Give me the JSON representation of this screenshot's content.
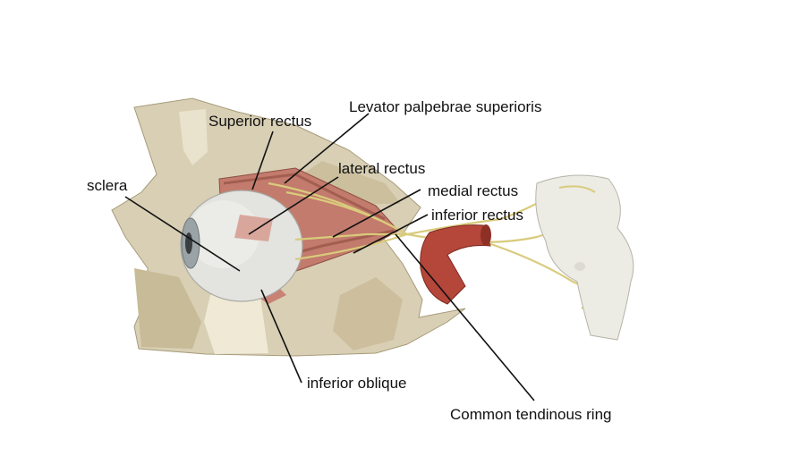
{
  "labels": {
    "superior_rectus": "Superior rectus",
    "levator": "Levator palpebrae superioris",
    "lateral_rectus": "lateral rectus",
    "medial_rectus": "medial rectus",
    "inferior_rectus": "inferior rectus",
    "sclera": "sclera",
    "inferior_oblique": "inferior oblique",
    "common_tendinous_ring": "Common tendinous ring"
  },
  "colors": {
    "bone": "#d8cfb4",
    "bone_shadow": "#b9ad8c",
    "muscle": "#c27b6c",
    "artery": "#b5463a",
    "nerve": "#d9cb7c",
    "eyeball": "#e3e3e0",
    "brain": "#ecebe4",
    "leader_line": "#111111"
  }
}
